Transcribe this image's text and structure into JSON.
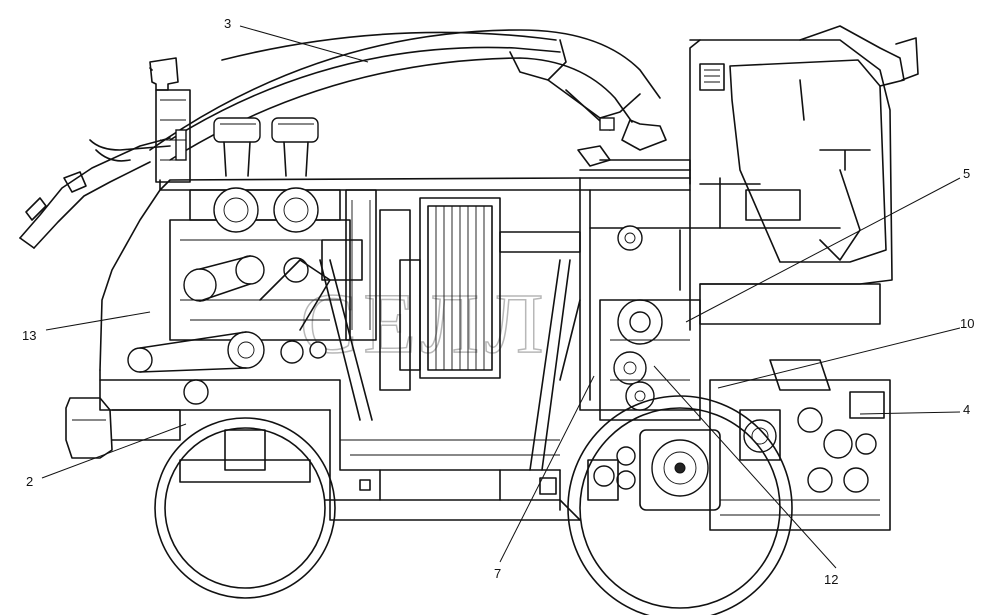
{
  "figure": {
    "watermark_text": "СЕЛЛ",
    "callouts": [
      {
        "id": "3",
        "label": "3"
      },
      {
        "id": "5",
        "label": "5"
      },
      {
        "id": "10",
        "label": "10"
      },
      {
        "id": "4",
        "label": "4"
      },
      {
        "id": "13",
        "label": "13"
      },
      {
        "id": "2",
        "label": "2"
      },
      {
        "id": "7",
        "label": "7"
      },
      {
        "id": "12",
        "label": "12"
      }
    ]
  }
}
